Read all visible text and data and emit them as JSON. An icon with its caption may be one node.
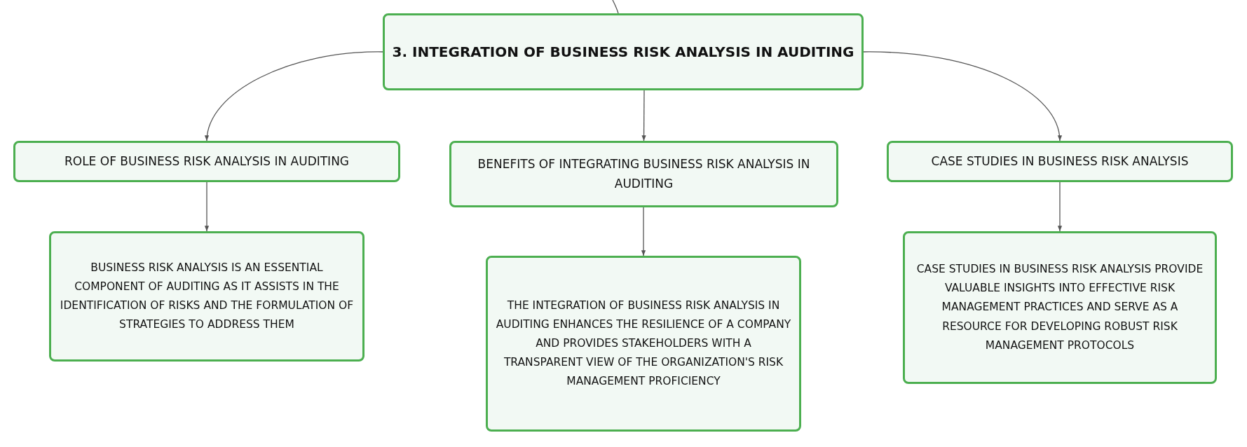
{
  "diagram": {
    "nodes": [
      {
        "text": [
          "3. INTEGRATION OF BUSINESS RISK ANALYSIS IN AUDITING"
        ]
      },
      {
        "text": [
          "ROLE OF BUSINESS RISK ANALYSIS IN AUDITING"
        ]
      },
      {
        "text": [
          "BENEFITS OF INTEGRATING BUSINESS RISK ANALYSIS IN AUDITING"
        ]
      },
      {
        "text": [
          "CASE STUDIES IN BUSINESS RISK ANALYSIS"
        ]
      },
      {
        "text": [
          "BUSINESS RISK ANALYSIS IS AN ESSENTIAL COMPONENT OF AUDITING AS IT ASSISTS IN THE IDENTIFICATION OF RISKS AND THE FORMULATION OF STRATEGIES TO ADDRESS THEM"
        ]
      },
      {
        "text": [
          "THE INTEGRATION OF BUSINESS RISK ANALYSIS IN AUDITING ENHANCES THE RESILIENCE OF A COMPANY AND PROVIDES STAKEHOLDERS WITH A TRANSPARENT VIEW OF THE ORGANIZATION'S RISK MANAGEMENT PROFICIENCY"
        ]
      },
      {
        "text": [
          "CASE STUDIES IN BUSINESS RISK ANALYSIS PROVIDE VALUABLE INSIGHTS INTO EFFECTIVE RISK MANAGEMENT PRACTICES AND SERVE AS A RESOURCE FOR DEVELOPING ROBUST RISK MANAGEMENT PROTOCOLS"
        ]
      }
    ],
    "edges": [
      {
        "from": null,
        "to": 0,
        "arrow": "none"
      },
      {
        "from": 0,
        "to": 1,
        "arrow": "to"
      },
      {
        "from": 0,
        "to": 2,
        "arrow": "to"
      },
      {
        "from": 0,
        "to": 3,
        "arrow": "to"
      },
      {
        "from": 1,
        "to": 4,
        "arrow": "to"
      },
      {
        "from": 2,
        "to": 5,
        "arrow": "to"
      },
      {
        "from": 3,
        "to": 6,
        "arrow": "to"
      }
    ]
  }
}
